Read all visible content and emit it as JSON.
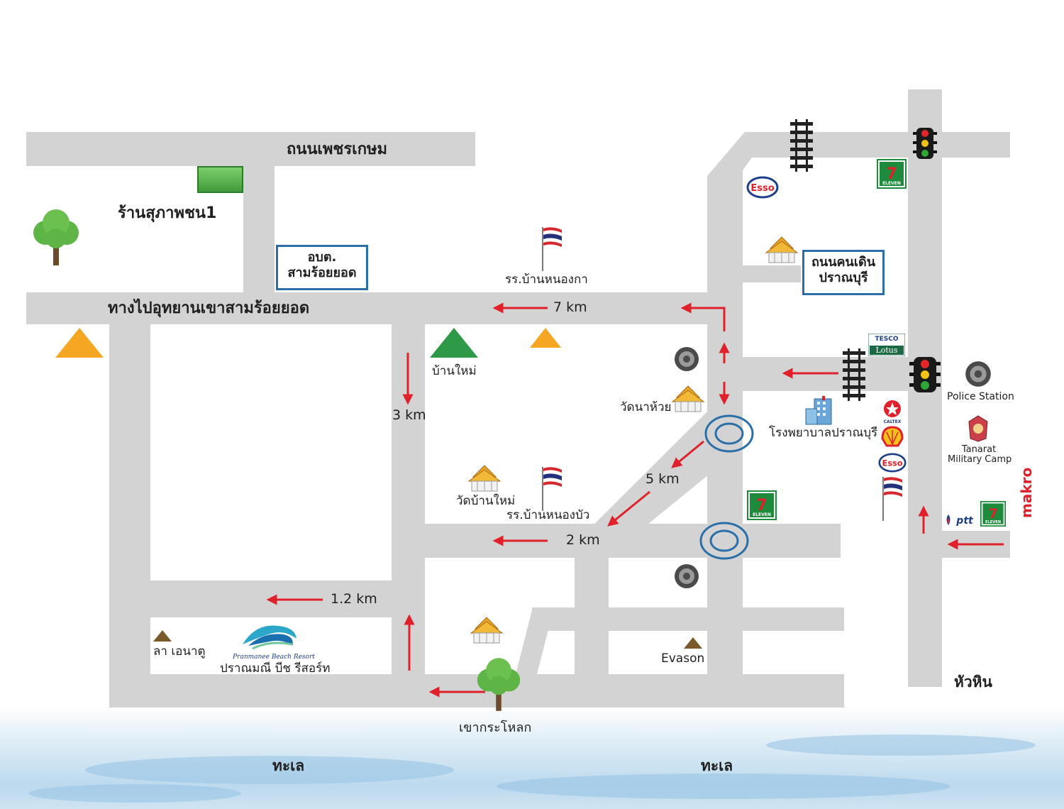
{
  "roads": {
    "phet_kasem": "ถนนเพชรเกษม",
    "to_park": "ทางไปอุทยานเขาสามร้อยยอด"
  },
  "places": {
    "shop": "ร้านสุภาพชน1",
    "obt_line1": "อบต.",
    "obt_line2": "สามร้อยยอด",
    "school_nongka": "รร.บ้านหนองกา",
    "walking_street_line1": "ถนนคนเดิน",
    "walking_street_line2": "ปราณบุรี",
    "ban_mai": "บ้านใหม่",
    "wat_na_huai": "วัดนาห้วย",
    "hospital": "โรงพยาบาลปราณบุรี",
    "police": "Police Station",
    "military_line1": "Tanarat",
    "military_line2": "Military Camp",
    "wat_ban_mai": "วัดบ้านใหม่",
    "school_nongbua": "รร.บ้านหนองบัว",
    "la_ena": "ลา เอนาตู",
    "resort": "ปราณมณี บีช รีสอร์ท",
    "resort_logo": "Pranmanee Beach Resort",
    "evason": "Evason",
    "khao_kalok": "เขากระโหลก",
    "hua_hin": "หัวหิน",
    "sea_left": "ทะเล",
    "sea_right": "ทะเล"
  },
  "distances": {
    "d7": "7 km",
    "d3": "3 km",
    "d5": "5 km",
    "d2": "2 km",
    "d1_2": "1.2 km"
  },
  "brands": {
    "esso": "Esso",
    "seven": "7",
    "seven_sub": "ELEVEN",
    "tesco": "TESCO",
    "lotus": "Lotus",
    "caltex": "CALTEX",
    "ptt": "ptt",
    "makro": "makro"
  },
  "colors": {
    "road": "#d3d3d4",
    "arrow": "#e0202a",
    "box_border": "#2a6fa8",
    "roundabout": "#2a6fa8",
    "triangle_orange": "#f5a623",
    "triangle_green": "#2e9a48",
    "triangle_brown": "#7a5a2a",
    "tree": "#5fb446"
  },
  "icons": [
    "tree-icon",
    "shop-sign-icon",
    "thai-flag-icon",
    "temple-icon",
    "railway-icon",
    "traffic-light-icon",
    "esso-logo-icon",
    "seven-eleven-logo-icon",
    "tesco-lotus-logo-icon",
    "police-emblem-icon",
    "hospital-building-icon",
    "caltex-logo-icon",
    "shell-logo-icon",
    "ptt-logo-icon",
    "makro-logo-icon",
    "roundabout-icon",
    "triangle-icon"
  ]
}
